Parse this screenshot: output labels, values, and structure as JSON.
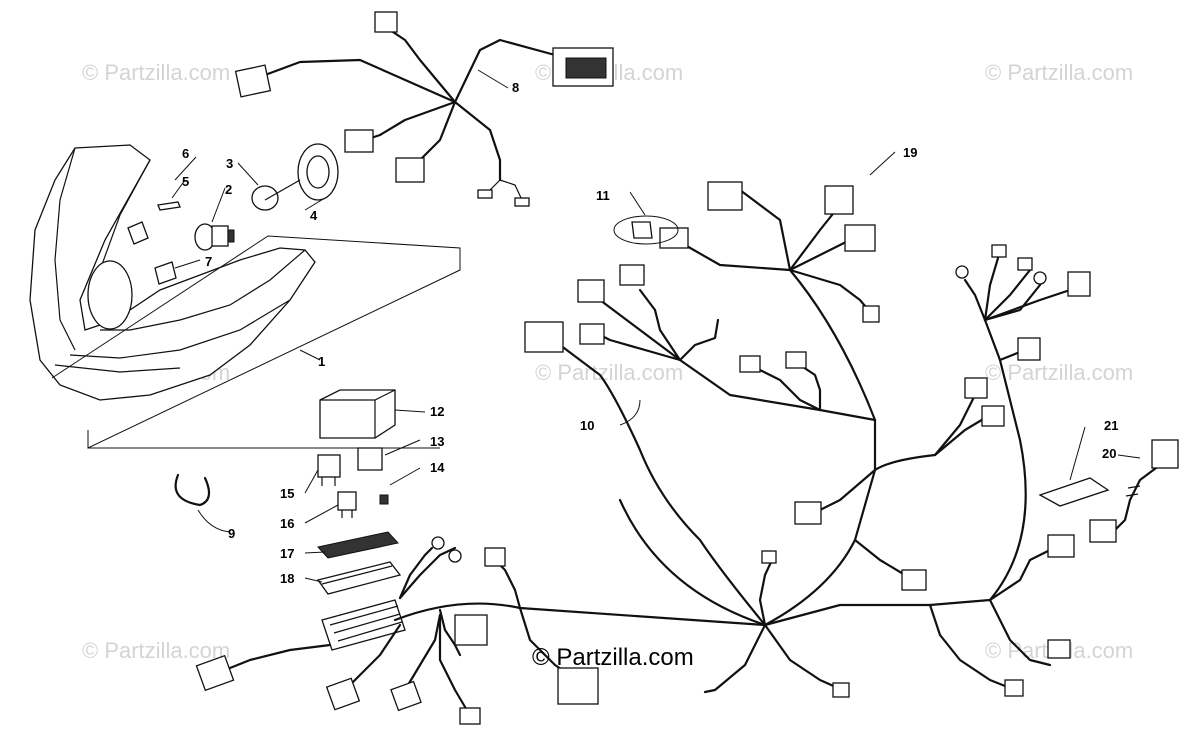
{
  "watermark": {
    "text": "© Partzilla.com",
    "main_text": "© Partzilla.com"
  },
  "callouts": [
    "1",
    "2",
    "3",
    "4",
    "5",
    "6",
    "7",
    "8",
    "9",
    "10",
    "11",
    "12",
    "13",
    "14",
    "15",
    "16",
    "17",
    "18",
    "19",
    "20",
    "21"
  ]
}
